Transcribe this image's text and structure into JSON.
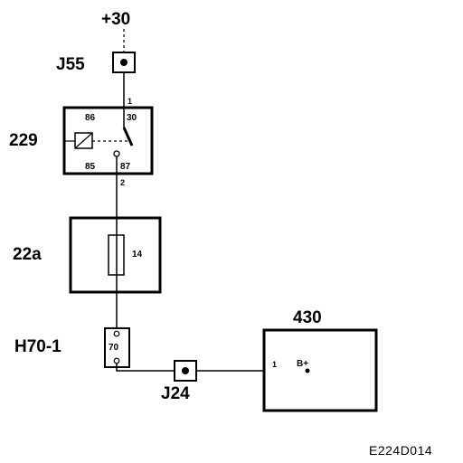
{
  "supply": {
    "label": "+30"
  },
  "connectors": {
    "j55": {
      "label": "J55"
    },
    "j24": {
      "label": "J24"
    }
  },
  "relay": {
    "id": "229",
    "pin_in": "1",
    "pin_out": "2",
    "terminals": {
      "t86": "86",
      "t30": "30",
      "t85": "85",
      "t87": "87"
    }
  },
  "fuse_box": {
    "id": "22a",
    "fuse_number": "14"
  },
  "junction": {
    "id": "H70-1",
    "pin": "70"
  },
  "module": {
    "id": "430",
    "pin": "1",
    "terminal": "B+"
  },
  "diagram_code": "E224D014"
}
